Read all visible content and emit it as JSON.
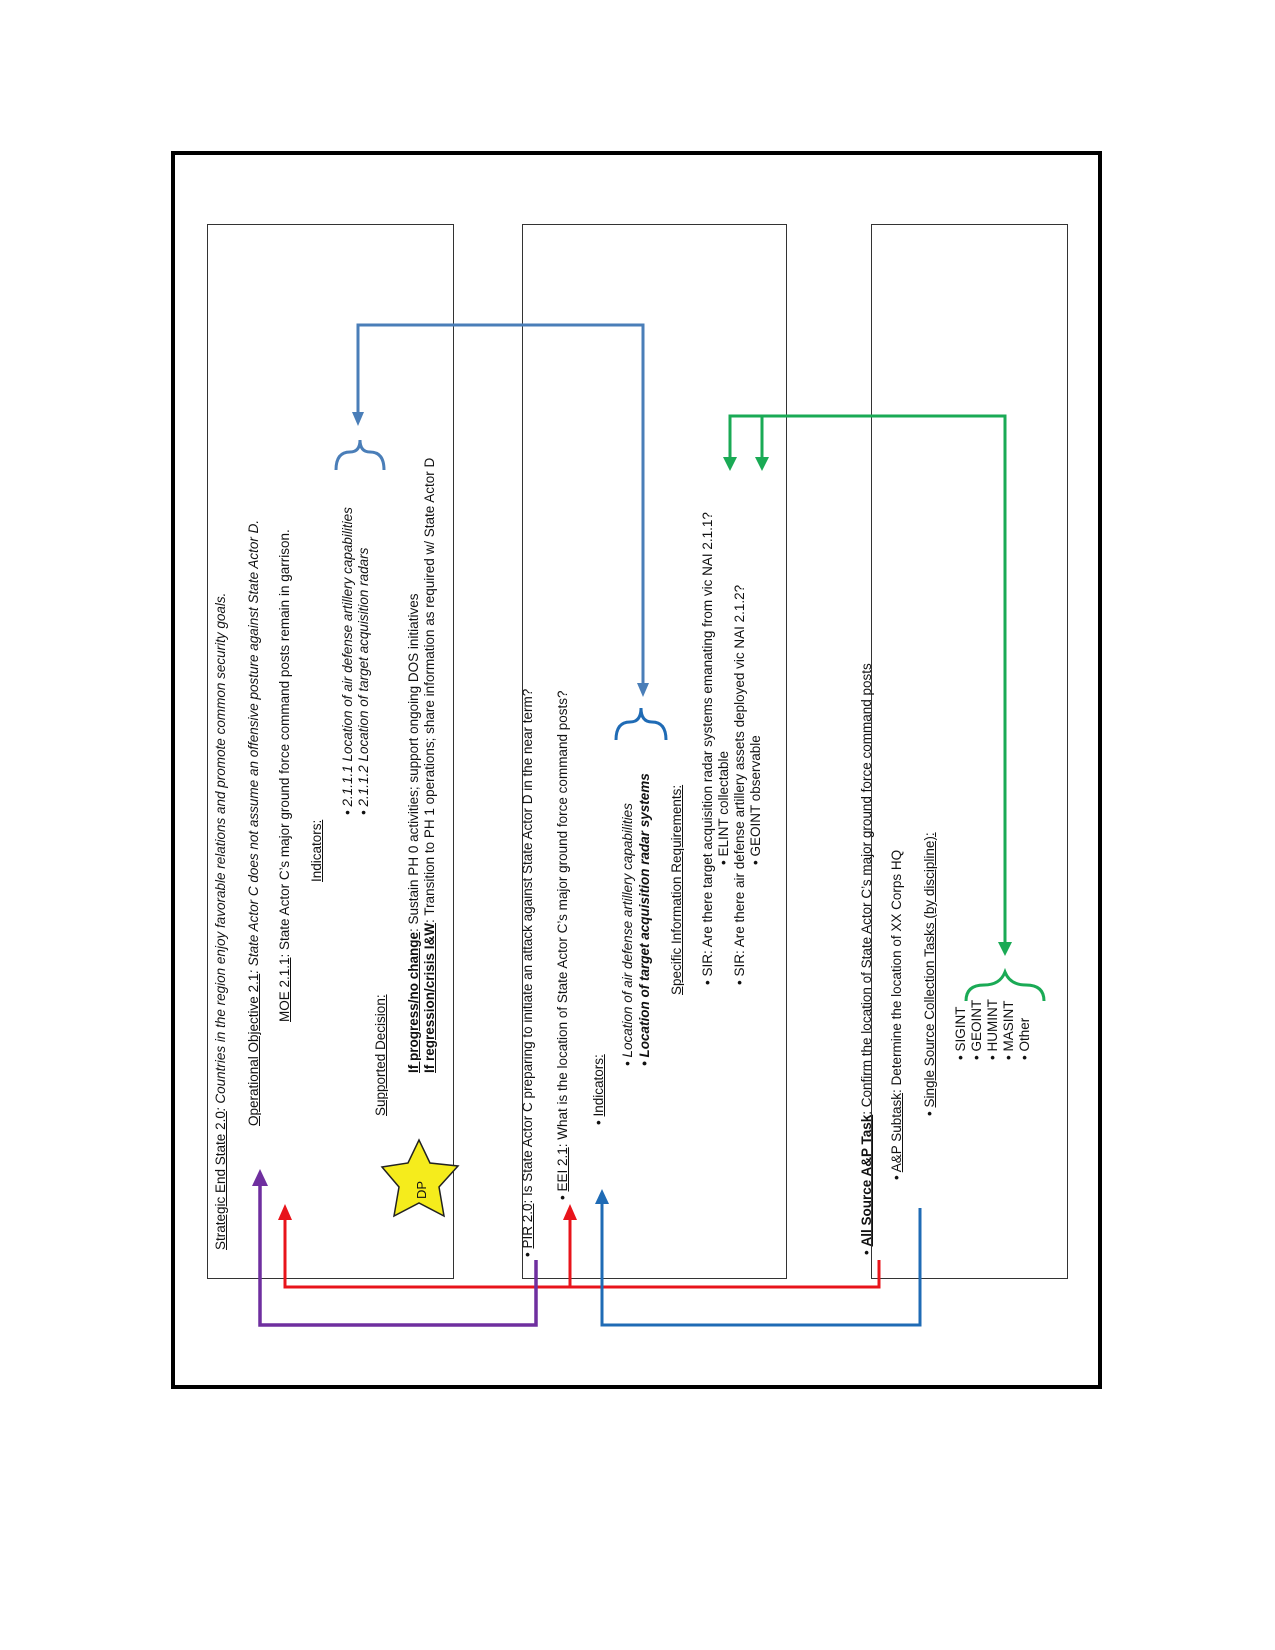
{
  "panel1": {
    "end_state_label": "Strategic End State 2.0",
    "end_state_text": ":  Countries  in the region enjoy favorable relations  and promote common security goals.",
    "objective_label": "Operational Objective 2.1",
    "objective_text": ":  State Actor C does  not assume  an offensive  posture  against  State Actor D.",
    "moe_label": "MOE 2.1.1",
    "moe_text": ":  State Actor C’s  major ground force command posts  remain in garrison.",
    "indicators_label": "Indicators:",
    "indicators": [
      "• 2.1.1.1 Location of air defense  artillery capabilities",
      "• 2.1.1.2 Location of  target acquisition  radars"
    ],
    "supported_decision_label": "Supported Decision:",
    "decision_1_label": "If progress/no  change",
    "decision_1_text": ":  Sustain PH 0 activities; support ongoing DOS initiatives",
    "decision_2_label": "If regression/crisis  I&W",
    "decision_2_text": ": Transition to PH 1 operations;  share information as required w/ State Actor D",
    "star_label": "DP"
  },
  "panel2": {
    "pir_label": "PIR 2.0",
    "pir_text": ":  Is  State Actor C preparing to  initiate an attack against  State Actor  D in the near term?",
    "eei_label": "EEI 2.1",
    "eei_text": ":  What is the location of   State Actor C’s  major ground force command posts?",
    "indicators_label": "Indicators:",
    "indicators": [
      "•  Location of air defense  artillery capabilities",
      "•  Location of target acquisition  radar systems"
    ],
    "sir_heading": "Specific Information Requirements:",
    "sir_1": "•  SIR:  Are there target acquisition  radar systems  emanating from vic NAI 2.1.1?",
    "sir_1_sub": "• ELINT collectable",
    "sir_2": "•  SIR:  Are there air defense artillery assets  deployed vic NAI 2.1.2?",
    "sir_2_sub": "• GEOINT  observable"
  },
  "panel3": {
    "task_label": "All Source A&P Task",
    "task_text": ":  Confirm the location of   State Actor  C’s major ground force command posts",
    "subtask_label": "A&P  Subtask",
    "subtask_text": ":  Determine the location of  XX Corps  HQ",
    "single_source_label": "Single Source Collection Tasks  (by discipline):",
    "disciplines": [
      "• SIGINT",
      "• GEOINT",
      "• HUMINT",
      "• MASINT",
      "• Other"
    ]
  },
  "colors": {
    "red": "#e8141b",
    "purple": "#6f2f9f",
    "blue": "#1f6bb5",
    "steel_blue": "#4a7eb8",
    "green": "#1aaa55",
    "star_fill": "#f5ec1c"
  }
}
